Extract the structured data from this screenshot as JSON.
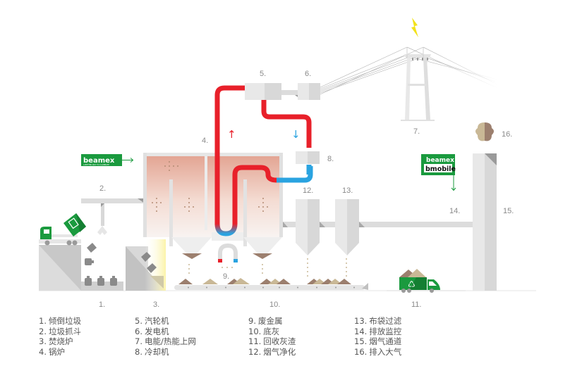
{
  "brand": {
    "beamex_logo_text": "beamex",
    "beamex_tagline": "A BETTER WAY TO CALIBRATE",
    "bmobile_text": "bmobile",
    "green": "#1a9a3e",
    "hot_pipe": "#e8202a",
    "cold_pipe": "#2aa3e0",
    "lightning": "#f2e21b",
    "ash_dark": "#9c7f6e",
    "ash_light": "#c9b896"
  },
  "diagram_labels": {
    "l1": "1.",
    "l2": "2.",
    "l3": "3.",
    "l4": "4.",
    "l5": "5.",
    "l6": "6.",
    "l7": "7.",
    "l8": "8.",
    "l9": "9.",
    "l10": "10.",
    "l11": "11.",
    "l12": "12.",
    "l13": "13.",
    "l14": "14.",
    "l15": "15.",
    "l16": "16."
  },
  "legend": {
    "col1": [
      {
        "num": "1.",
        "text": "倾倒垃圾"
      },
      {
        "num": "2.",
        "text": "垃圾抓斗"
      },
      {
        "num": "3.",
        "text": "焚烧炉"
      },
      {
        "num": "4.",
        "text": "锅炉"
      }
    ],
    "col2": [
      {
        "num": "5.",
        "text": "汽轮机"
      },
      {
        "num": "6.",
        "text": "发电机"
      },
      {
        "num": "7.",
        "text": "电能/热能上网"
      },
      {
        "num": "8.",
        "text": "冷却机"
      }
    ],
    "col3": [
      {
        "num": "9.",
        "text": "废金属"
      },
      {
        "num": "10.",
        "text": "底灰"
      },
      {
        "num": "11.",
        "text": "回收灰渣"
      },
      {
        "num": "12.",
        "text": "烟气净化"
      }
    ],
    "col4": [
      {
        "num": "13.",
        "text": "布袋过滤"
      },
      {
        "num": "14.",
        "text": "排放监控"
      },
      {
        "num": "15.",
        "text": "烟气通道"
      },
      {
        "num": "16.",
        "text": "排入大气"
      }
    ]
  },
  "icons": {
    "up_arrow": "↑",
    "down_arrow": "↓"
  }
}
